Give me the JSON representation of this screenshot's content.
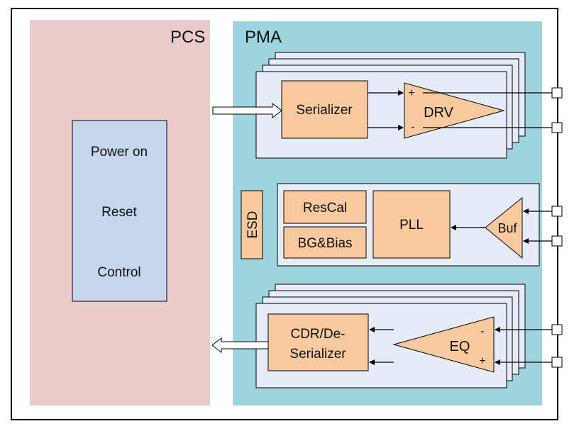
{
  "regions": {
    "pcs_label": "PCS",
    "pma_label": "PMA"
  },
  "control_block": {
    "line1": "Power on",
    "line2": "Reset",
    "line3": "Control"
  },
  "tx": {
    "serializer_label": "Serializer",
    "driver_label": "DRV",
    "plus_sign": "+",
    "minus_sign": "-"
  },
  "shared": {
    "esd_label": "ESD",
    "rescal_label": "ResCal",
    "bgbias_label": "BG&Bias",
    "pll_label": "PLL",
    "buf_label": "Buf"
  },
  "rx": {
    "cdr_line1": "CDR/De-",
    "cdr_line2": "Serializer",
    "eq_label": "EQ",
    "minus_sign": "-",
    "plus_sign": "+"
  },
  "colors": {
    "pcs_fill": "#ebcaca",
    "pma_fill": "#9fd3de",
    "lane_fill": "#e6ecf7",
    "block_fill": "#f8c89f",
    "control_fill": "#c5d6ed"
  }
}
